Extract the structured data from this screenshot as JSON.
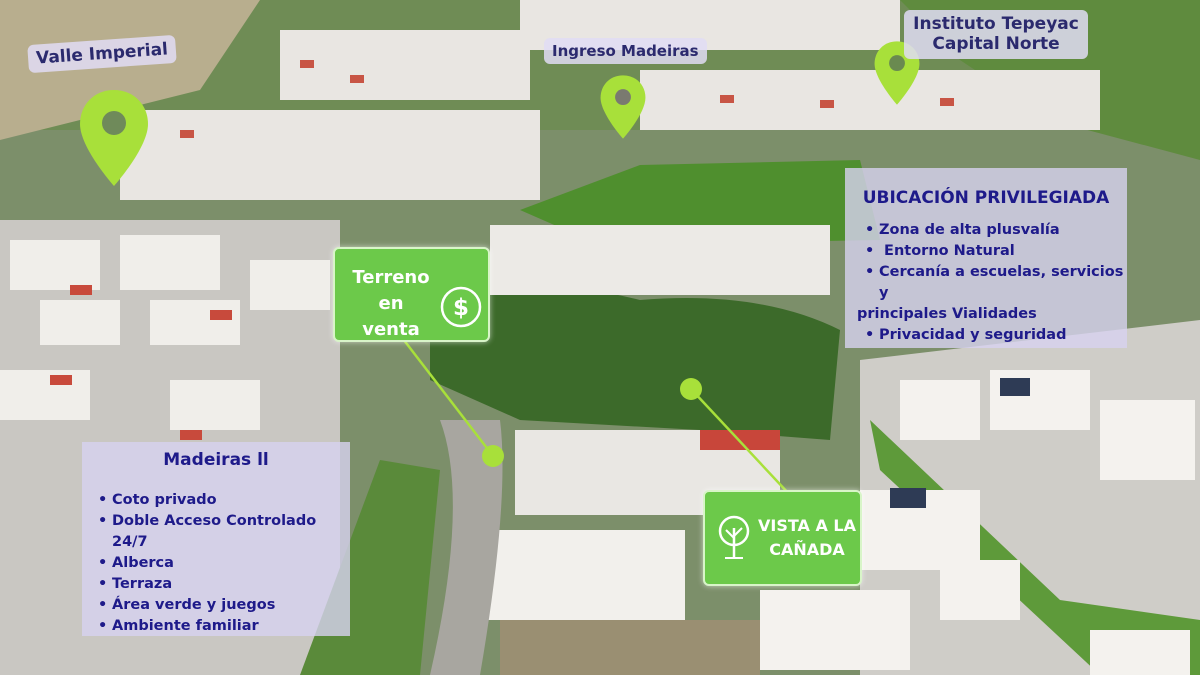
{
  "labels": {
    "valle_imperial": "Valle Imperial",
    "ingreso_madeiras": "Ingreso Madeiras",
    "instituto_line1": "Instituto Tepeyac",
    "instituto_line2": "Capital Norte"
  },
  "terreno": {
    "line1": "Terreno en",
    "line2": "venta"
  },
  "vista": {
    "line1": "VISTA A LA",
    "line2": "CAÑADA"
  },
  "ubicacion": {
    "title": "UBICACIÓN PRIVILEGIADA",
    "items": [
      "Zona de alta plusvalía",
      " Entorno Natural",
      "Cercanía a escuelas, servicios y",
      "Privacidad y seguridad"
    ],
    "continuation": "principales Vialidades"
  },
  "madeiras": {
    "title": "Madeiras ll",
    "items": [
      "Coto privado",
      "Doble Acceso Controlado 24/7",
      "Alberca",
      "Terraza",
      "Área verde y juegos",
      "Ambiente familiar"
    ]
  },
  "colors": {
    "pin": "#a8e03a",
    "green_box": "#6cc94a",
    "panel_text": "#1e1a8a"
  },
  "icons": [
    "location-pin-icon",
    "dollar-circle-icon",
    "tree-icon"
  ]
}
